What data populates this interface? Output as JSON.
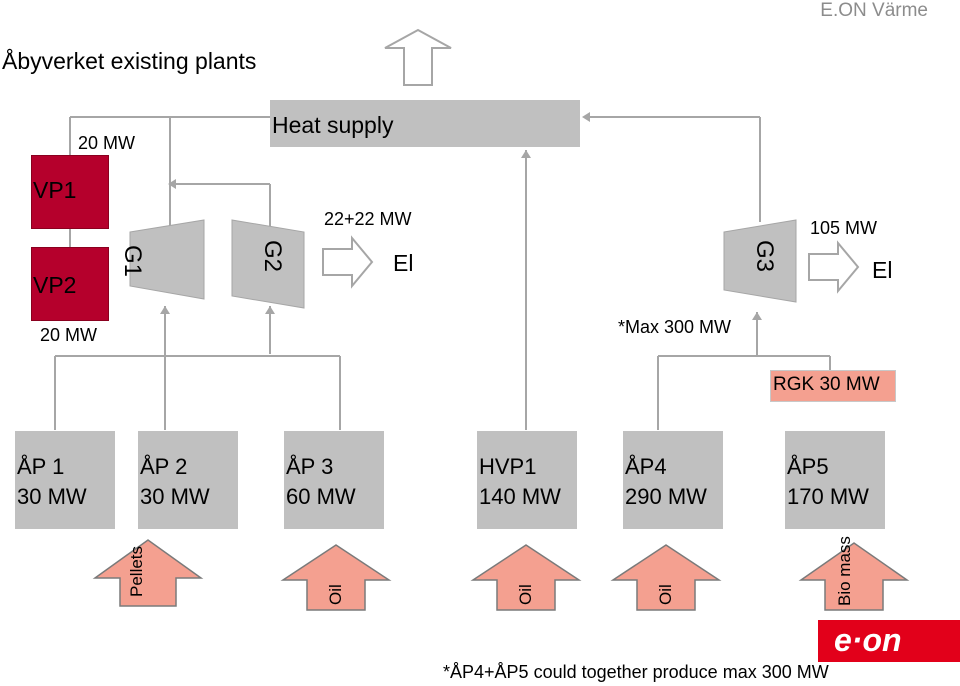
{
  "header": {
    "brand_text": "E.ON Värme",
    "title": "Åbyverket existing plants"
  },
  "heat_supply": {
    "label": "Heat supply"
  },
  "heat_pumps": {
    "vp1": "VP1",
    "vp2": "VP2",
    "top_capacity": "20 MW",
    "bottom_capacity": "20 MW"
  },
  "turbines": {
    "g1": "G1",
    "g2": "G2",
    "g3": "G3"
  },
  "electricity": {
    "left_capacity": "22+22 MW",
    "left_label": "El",
    "right_capacity": "105 MW",
    "right_label": "El"
  },
  "max_note": "*Max 300 MW",
  "rgk": {
    "label": "RGK 30 MW"
  },
  "plants": [
    {
      "name": "ÅP 1",
      "capacity": "30 MW"
    },
    {
      "name": "ÅP 2",
      "capacity": "30 MW"
    },
    {
      "name": "ÅP 3",
      "capacity": "60 MW"
    },
    {
      "name": "HVP1",
      "capacity": "140 MW"
    },
    {
      "name": "ÅP4",
      "capacity": "290 MW"
    },
    {
      "name": "ÅP5",
      "capacity": "170 MW"
    }
  ],
  "fuels": [
    "Pellets",
    "Oil",
    "Oil",
    "Oil",
    "Bio mass"
  ],
  "footnote": "*ÅP4+ÅP5 could together produce max 300 MW",
  "logo_text": "e·on",
  "colors": {
    "plant_gray": "#c0c0c0",
    "heat_pump_red": "#b5002c",
    "fuel_arrow_pink": "#f4a090",
    "rgk_pink": "#f4a090",
    "logo_red": "#e2001a",
    "brand_gray": "#8c8c8c"
  }
}
